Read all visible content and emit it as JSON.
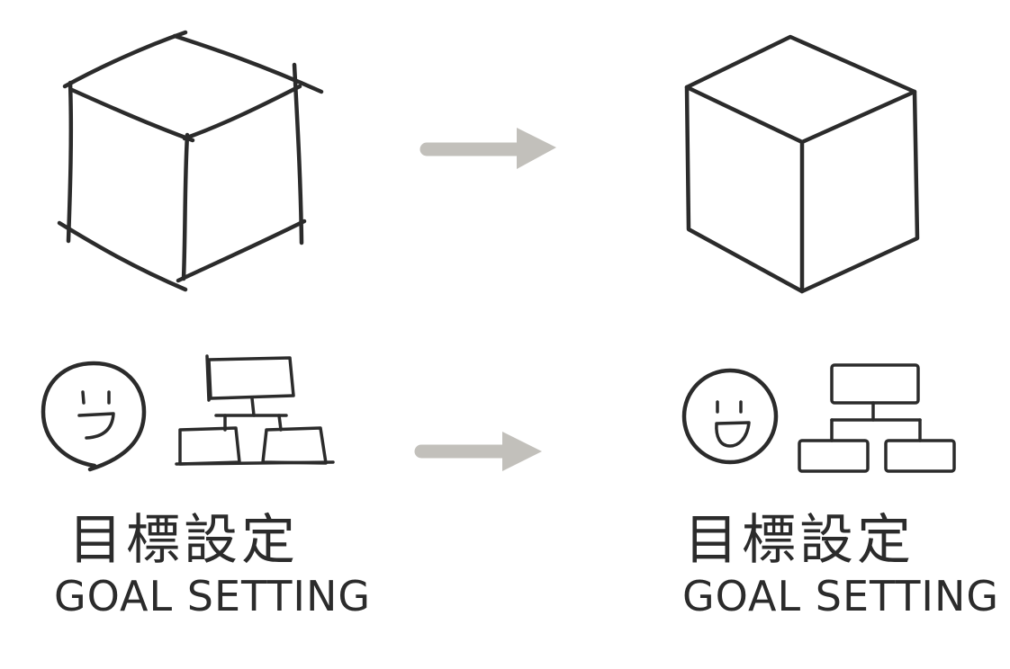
{
  "colors": {
    "ink": "#2b2b2b",
    "arrow": "#c2c0bb",
    "background": "#ffffff"
  },
  "panels": {
    "before": {
      "label_jp": "目標設定",
      "label_en": "GOAL SETTING",
      "icons": [
        "sketchy-cube-icon",
        "sketchy-face-icon",
        "sketchy-org-chart-icon"
      ]
    },
    "after": {
      "label_jp": "目標設定",
      "label_en": "GOAL SETTING",
      "icons": [
        "clean-cube-icon",
        "smiling-face-icon",
        "clean-org-chart-icon"
      ]
    }
  },
  "arrows": [
    "arrow-right-icon",
    "arrow-right-icon"
  ]
}
